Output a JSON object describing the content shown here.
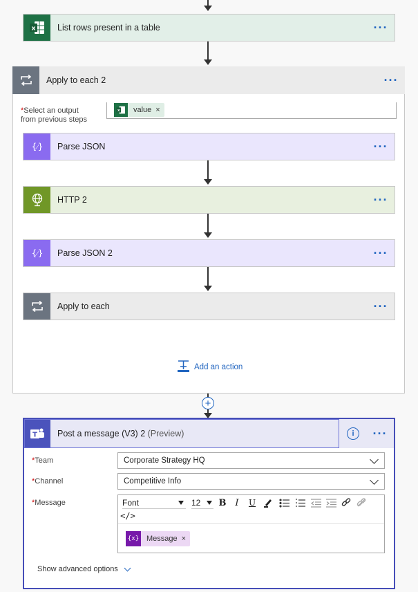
{
  "steps": {
    "list_rows": {
      "title": "List rows present in a table",
      "color": "#e2efe8",
      "icon": "excel-icon",
      "icon_bg": "#1e7145"
    },
    "apply_each_2": {
      "title": "Apply to each 2",
      "select_label": "Select an output from previous steps",
      "select_label_l1": "Select an output",
      "select_label_l2": "from previous steps",
      "token": "value",
      "add_action": "Add an action"
    },
    "parse_json": {
      "title": "Parse JSON",
      "color": "#eae6fd"
    },
    "http2": {
      "title": "HTTP 2",
      "color": "#e8f0df"
    },
    "parse_json2": {
      "title": "Parse JSON 2",
      "color": "#eae6fd"
    },
    "apply_each": {
      "title": "Apply to each",
      "color": "#ebebeb"
    },
    "post_message": {
      "title": "Post a message (V3) 2",
      "preview": "(Preview)",
      "team_label": "Team",
      "team_value": "Corporate Strategy HQ",
      "channel_label": "Channel",
      "channel_value": "Competitive Info",
      "message_label": "Message",
      "font": "Font",
      "font_size": "12",
      "message_token": "Message",
      "advanced": "Show advanced options"
    }
  },
  "ui": {
    "dots": "···",
    "close_x": "×",
    "req_star": "*"
  }
}
